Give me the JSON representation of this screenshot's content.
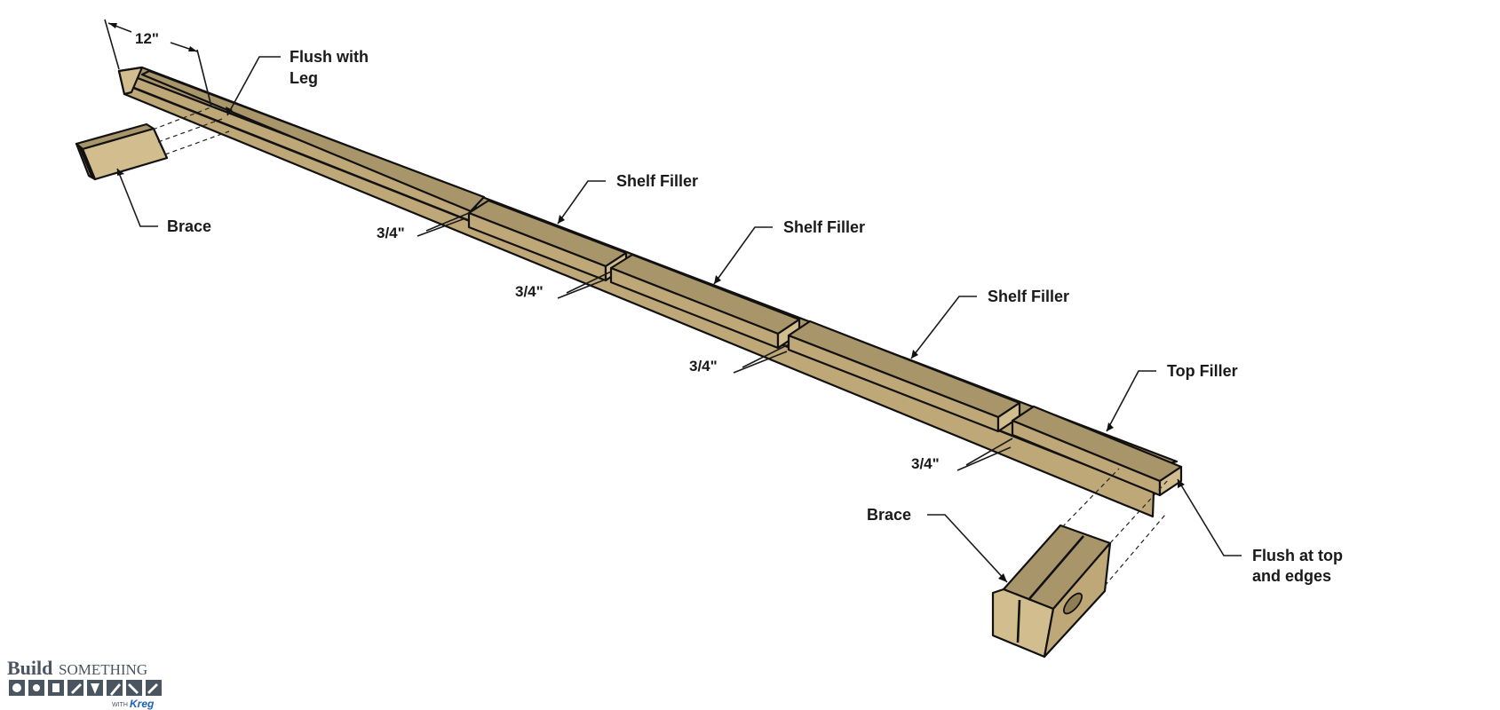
{
  "labels": {
    "flush_leg": [
      "Flush with",
      "Leg"
    ],
    "brace_left": "Brace",
    "shelf_filler_1": "Shelf Filler",
    "shelf_filler_2": "Shelf Filler",
    "shelf_filler_3": "Shelf Filler",
    "top_filler": "Top Filler",
    "brace_right": "Brace",
    "flush_top": [
      "Flush at top",
      "and edges"
    ]
  },
  "dimensions": {
    "length_12": "12\"",
    "gap_1": "3/4\"",
    "gap_2": "3/4\"",
    "gap_3": "3/4\"",
    "gap_4": "3/4\""
  },
  "logo": {
    "build": "Build",
    "something": "SOMETHING",
    "with": "WITH",
    "kreg": "Kreg"
  },
  "colors": {
    "wood_top": "#a8956a",
    "wood_side": "#bfa878",
    "wood_front": "#d2bd8e",
    "outline": "#111111",
    "logo_gray": "#4a5560",
    "kreg_blue": "#1d5fb0"
  }
}
